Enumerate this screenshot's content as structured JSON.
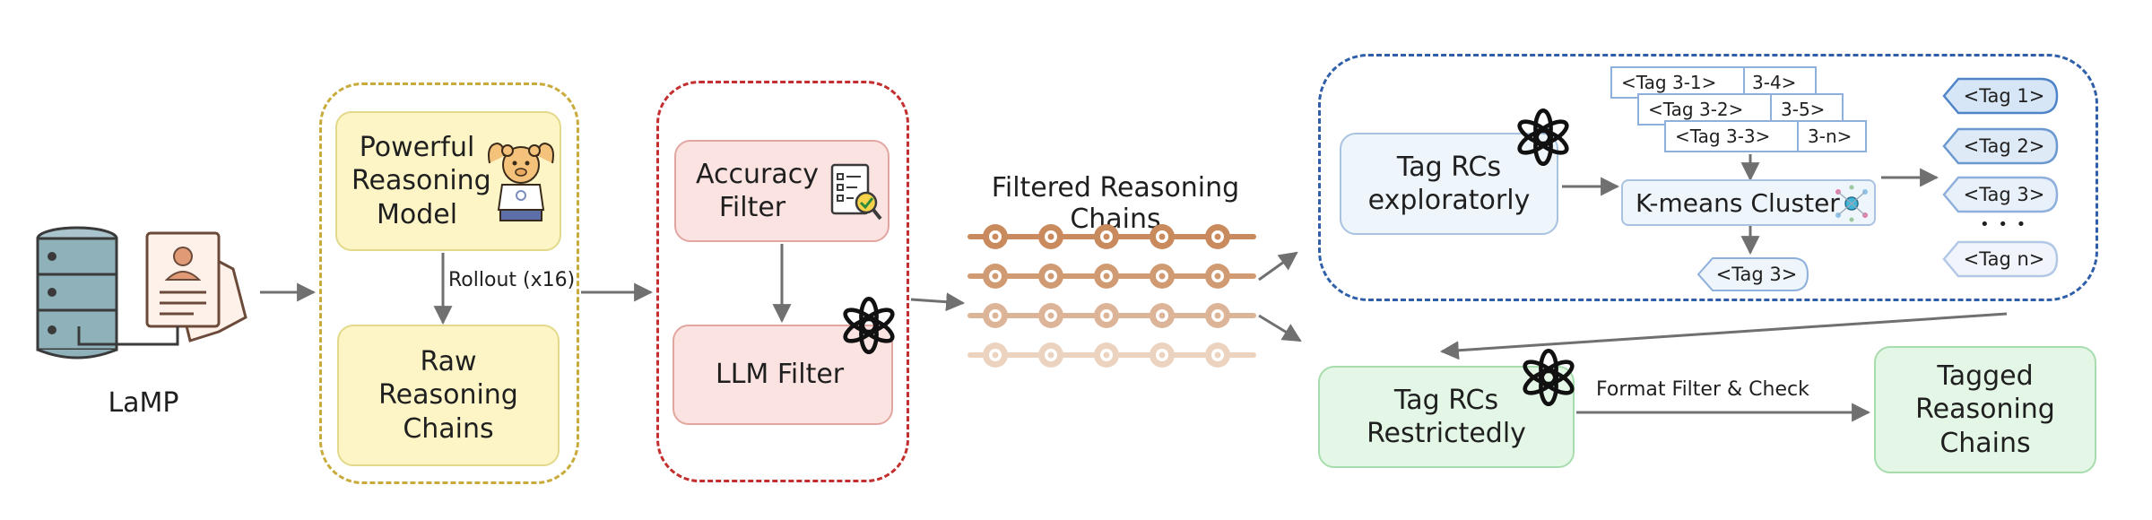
{
  "source": {
    "label": "LaMP"
  },
  "generation": {
    "model_label": "Powerful Reasoning Model",
    "rollout_label": "Rollout (x16)",
    "raw_label": "Raw Reasoning Chains"
  },
  "filtering": {
    "accuracy_label": "Accuracy Filter",
    "llm_label": "LLM  Filter"
  },
  "chains": {
    "title": "Filtered Reasoning Chains",
    "rows": 4,
    "nodes_per_row": 5,
    "colors": [
      "#c98b5e",
      "#d09a73",
      "#dcb497",
      "#ecd3c0"
    ]
  },
  "exploratory": {
    "tag_label": "Tag RCs exploratorly",
    "stacked_tags": [
      {
        "left": "<Tag 3-1>",
        "right": "3-4>"
      },
      {
        "left": "<Tag 3-2>",
        "right": "3-5>"
      },
      {
        "left": "<Tag 3-3>",
        "right": "3-n>"
      }
    ],
    "cluster_label": "K-means Cluster",
    "cluster_output_tag": "<Tag 3>",
    "result_tags": [
      "<Tag 1>",
      "<Tag 2>",
      "<Tag 3>",
      "<Tag n>"
    ],
    "ellipsis": "• • •"
  },
  "restricted": {
    "tag_label": "Tag RCs Restrictedly",
    "check_label": "Format Filter & Check",
    "output_label": "Tagged Reasoning Chains"
  },
  "colors": {
    "arrow": "#707070",
    "yellow_dash": "#c9ab3c",
    "red_dash": "#c42e2e",
    "blue_dash": "#2f5fa8"
  }
}
